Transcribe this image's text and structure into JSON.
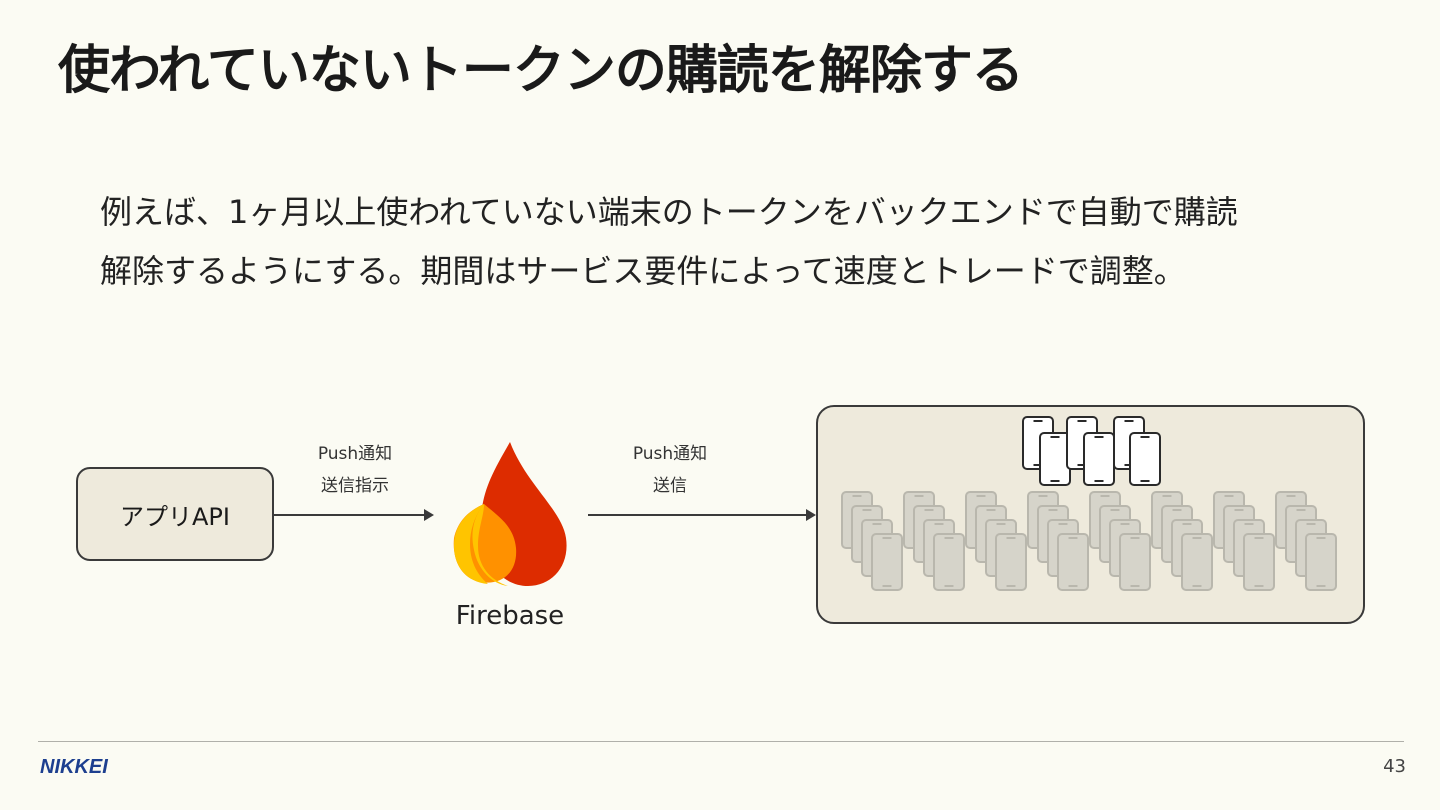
{
  "slide": {
    "title": "使われていないトークンの購読を解除する",
    "body_line1": "例えば、1ヶ月以上使われていない端末のトークンをバックエンドで自動で購読",
    "body_line2": "解除するようにする。期間はサービス要件によって速度とトレードで調整。"
  },
  "diagram": {
    "api_box_label": "アプリAPI",
    "edge1_line1": "Push通知",
    "edge1_line2": "送信指示",
    "edge2_line1": "Push通知",
    "edge2_line2": "送信",
    "firebase_label": "Firebase",
    "firebase_colors": [
      "#dd2c00",
      "#ff9100",
      "#ffc400"
    ],
    "active_devices_count": 6,
    "inactive_devices_count": 32
  },
  "footer": {
    "brand": "NIKKEI",
    "page_number": "43"
  },
  "colors": {
    "background": "#fbfbf3",
    "box_fill": "#eeeadc",
    "brand_blue": "#1d3f8f"
  }
}
